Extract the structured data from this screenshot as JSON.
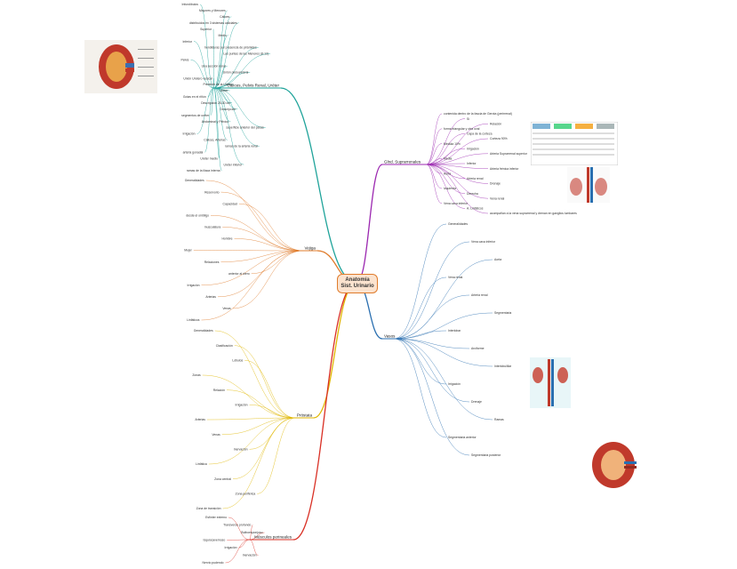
{
  "center": {
    "line1": "Anatomía",
    "line2": "Sist. Urinario"
  },
  "colors": {
    "kidney": "#1fa39a",
    "adrenal": "#9b27b0",
    "bladder": "#e07c2c",
    "prostate": "#e0b600",
    "blood": "#2a6fb0",
    "muscles": "#d93025"
  },
  "branches": [
    {
      "key": "kidney",
      "label": "Cálices, Pelvis Renal, Uréter",
      "leaves": [
        "Infundíbulos",
        "Mayores y Menores",
        "Cálices",
        "distribuidos en 3 sistemas caliciales",
        "Superior",
        "Medio",
        "Inferior",
        "hendiduras por presencia de pirámides",
        "Las puntas de las Menores (8-12)",
        "Pelvis",
        "Una sección renal",
        "Unión pieloureteral",
        "Unión Uretero vesical",
        "Presente de la Uréter",
        "Uréter",
        "Gotas en el riñón",
        "Descripción 25-30 cm",
        "Descripción",
        "segmentos de uréter",
        "Abdominal y Pélvico",
        "superficie anterior del psoas",
        "Irrigación",
        "Cálices, Arterias",
        "ramas de la arteria renal",
        "arteria gonadal",
        "Uréter medio",
        "Uréter inferior",
        "ramas de la iliaca interna"
      ]
    },
    {
      "key": "adrenal",
      "label": "Glnd. Suprarrenales",
      "leaves": [
        "contenida dentro de la fascia de Gerota (perirrenal)",
        "Sí",
        "Relación",
        "forma triangular y otra oval",
        "Capa de la corteza",
        "Corteza 90%",
        "Médula 10%",
        "Irrigación",
        "Arteria Suprarrenal superior",
        "Media",
        "Inferior",
        "Arteria frénica inferior",
        "Aorta",
        "Arteria renal",
        "Drenaje",
        "Izquierda",
        "Derecha",
        "Vena renal",
        "Vena cava inferior",
        "A. Linfáticos",
        "acompañan a la vena suprarrenal y drenan en ganglios lumbares"
      ]
    },
    {
      "key": "bladder",
      "label": "Vejiga",
      "leaves": [
        "Generalidades",
        "Reservorio",
        "Capacidad",
        "desde el ombligo",
        "musculatura",
        "Hombre",
        "Mujer",
        "Relaciones",
        "anterior al útero",
        "Irrigación",
        "Arterias",
        "Venas",
        "Linfáticos"
      ]
    },
    {
      "key": "prostate",
      "label": "Próstata",
      "leaves": [
        "Generalidades",
        "Clasificación",
        "Lóbulos",
        "Zonas",
        "Relación",
        "Irrigación",
        "Arterias",
        "Venas",
        "Inervación",
        "Linfática",
        "Zona central",
        "Zona periférica",
        "Zona de transición"
      ]
    },
    {
      "key": "blood",
      "label": "Vasos",
      "leaves": [
        "Generalidades",
        "Vena cava inferior",
        "Aorta",
        "Vena renal",
        "Arteria renal",
        "Segmentaria",
        "Interlobar",
        "Arciforme",
        "Interlobulillar",
        "Irrigación",
        "Drenaje",
        "Ramas",
        "Segmentaria anterior",
        "Segmentaria posterior"
      ]
    },
    {
      "key": "muscles",
      "label": "Músculos perineales",
      "leaves": [
        "Esfínter externo",
        "Transverso profundo",
        "Bulboesponjoso",
        "Isquiocavernoso",
        "Irrigación",
        "Inervación",
        "Nervio pudendo"
      ]
    }
  ]
}
